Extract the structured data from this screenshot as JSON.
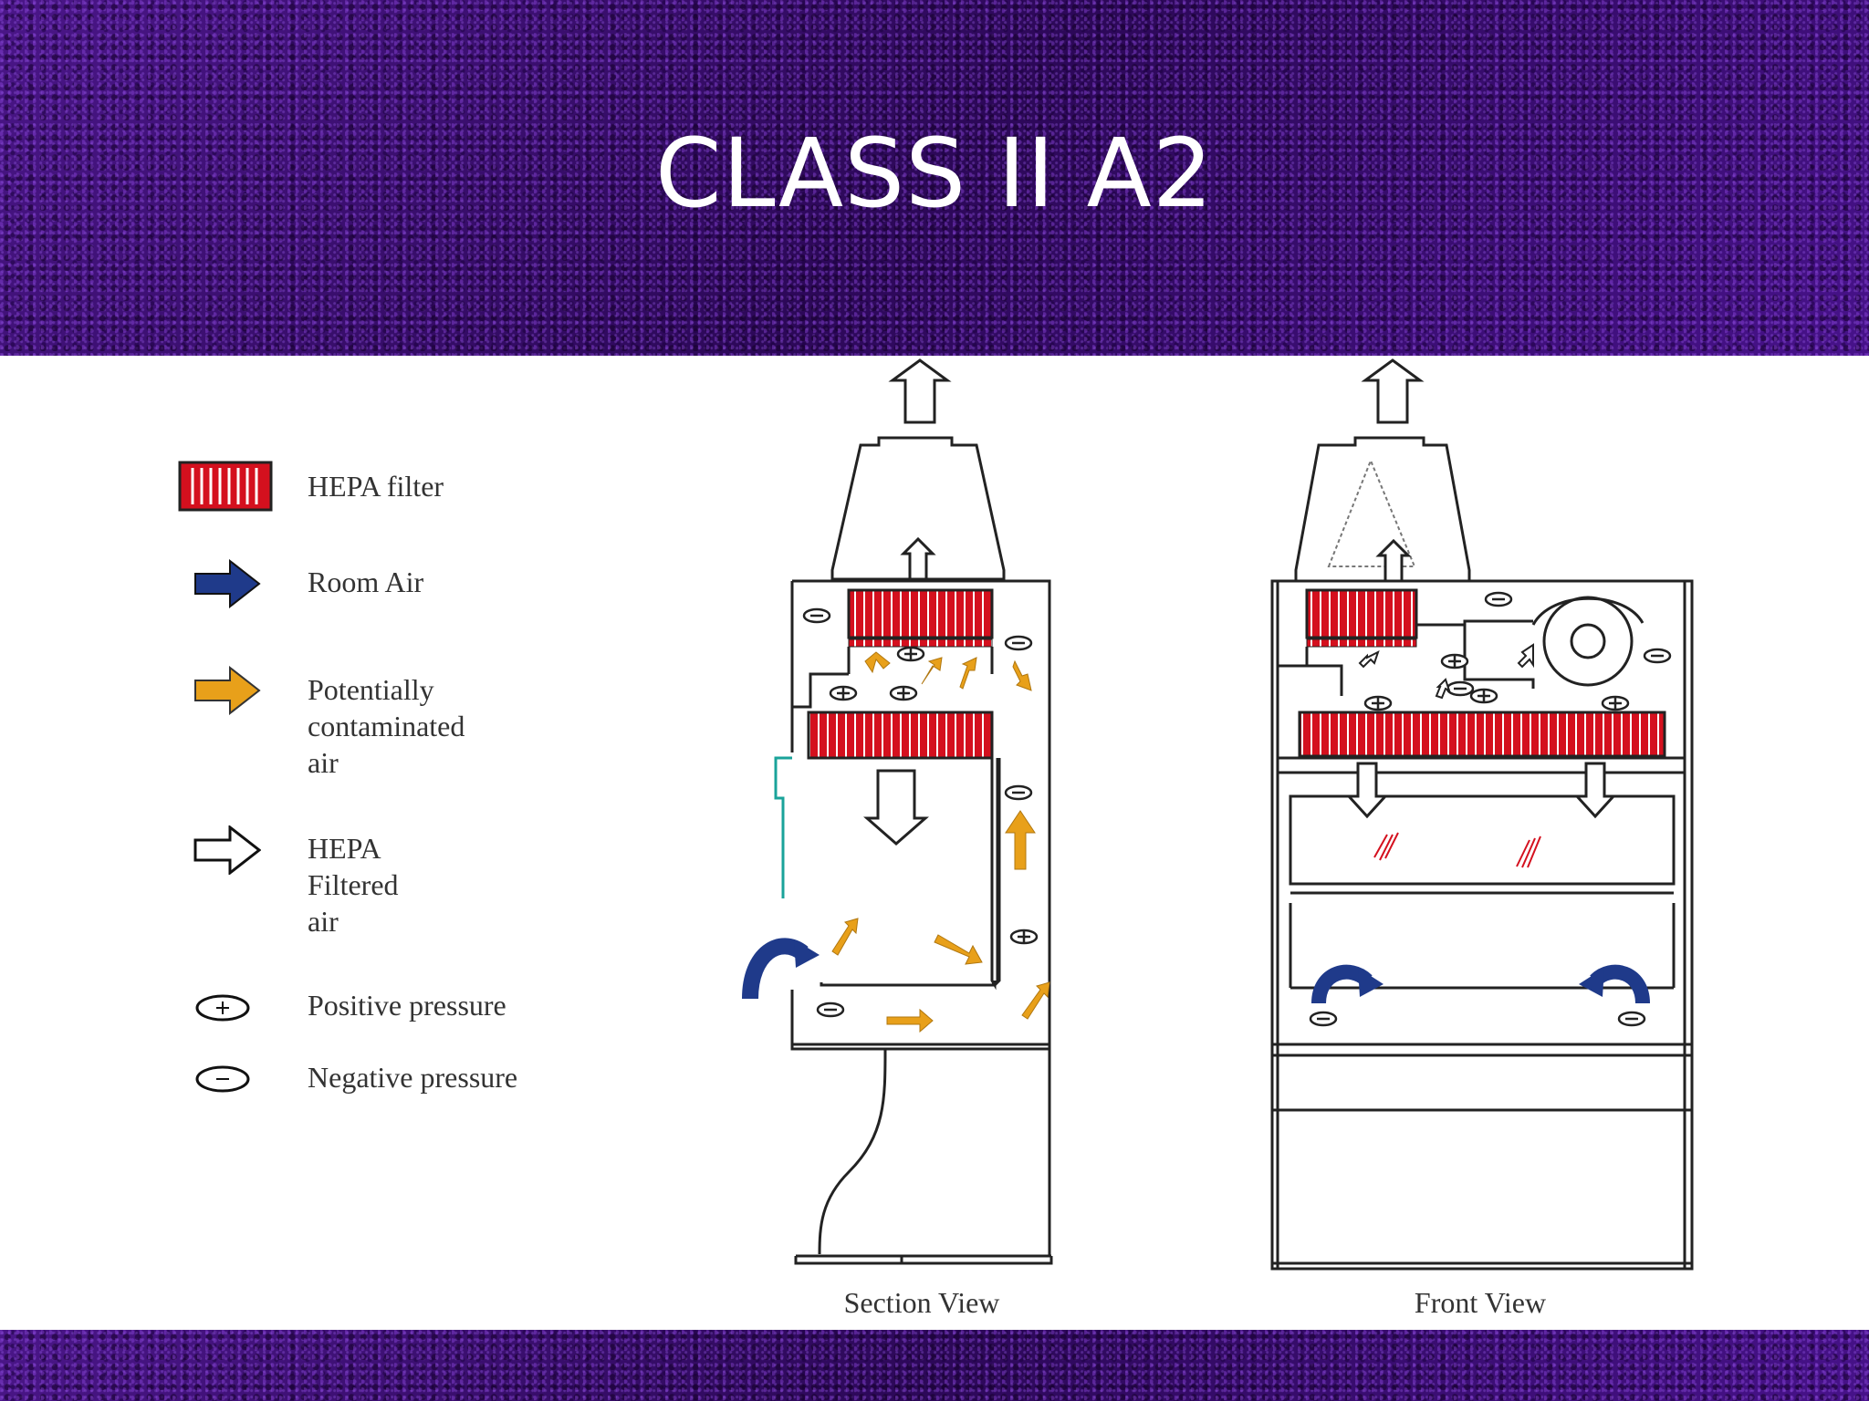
{
  "slide": {
    "title": "CLASS II A2"
  },
  "legend": {
    "items": [
      {
        "key": "hepa",
        "icon": "hepa-filter-icon",
        "lines": [
          "HEPA filter"
        ]
      },
      {
        "key": "room",
        "icon": "room-air-arrow-icon",
        "lines": [
          "Room Air"
        ]
      },
      {
        "key": "contaminated",
        "icon": "contaminated-air-arrow-icon",
        "lines": [
          "Potentially",
          "contaminated",
          "air"
        ]
      },
      {
        "key": "filtered",
        "icon": "hepa-filtered-air-arrow-icon",
        "lines": [
          "HEPA",
          "Filtered",
          "air"
        ]
      },
      {
        "key": "positive",
        "icon": "positive-pressure-icon",
        "lines": [
          "Positive pressure"
        ]
      },
      {
        "key": "negative",
        "icon": "negative-pressure-icon",
        "lines": [
          "Negative pressure"
        ]
      }
    ]
  },
  "views": {
    "section_label": "Section View",
    "front_label": "Front View"
  },
  "colors": {
    "hepa": "#d4101e",
    "room_air": "#1f3a8a",
    "contaminated_air": "#e8a01a",
    "filtered_air": "#ffffff",
    "band": "#3a0c70",
    "sash": "#1aa39a"
  }
}
